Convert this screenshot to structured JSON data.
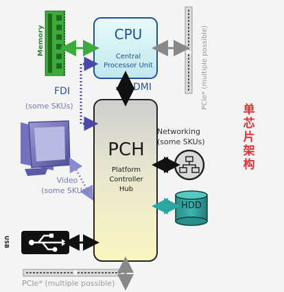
{
  "cpu": {
    "title": "CPU",
    "subtitle_line1": "Central",
    "subtitle_line2": "Processor Unit"
  },
  "pch": {
    "title": "PCH",
    "subtitle_line1": "Platform",
    "subtitle_line2": "Controller",
    "subtitle_line3": "Hub"
  },
  "links": {
    "dmi": "DMI",
    "fdi": "FDI",
    "fdi_note": "(some SKUs)"
  },
  "peripherals": {
    "memory": "Memory",
    "video": "Video",
    "video_note": "(some SKUs)",
    "networking": "Networking",
    "networking_note": "(some SKUs)",
    "hdd": "HDD",
    "usb": "USB",
    "pcie_right": "PCIe* (multiple possible)",
    "pcie_bottom": "PCIe* (multiple possible)"
  },
  "annotation": {
    "chinese_title": "单芯片架构"
  },
  "colors": {
    "cpu_fill": "#c9ecef",
    "pch_top": "#cfcfcf",
    "pch_bottom": "#f7f3c4",
    "memory_green": "#3daa3d",
    "arrow_black": "#111111",
    "arrow_gray": "#888888",
    "arrow_dotted_blue": "#4a48a8",
    "arrow_teal": "#2aa7a0",
    "hdd_teal": "#2a9c98",
    "monitor_purple": "#6a6ab0",
    "title_red": "#e03030"
  }
}
